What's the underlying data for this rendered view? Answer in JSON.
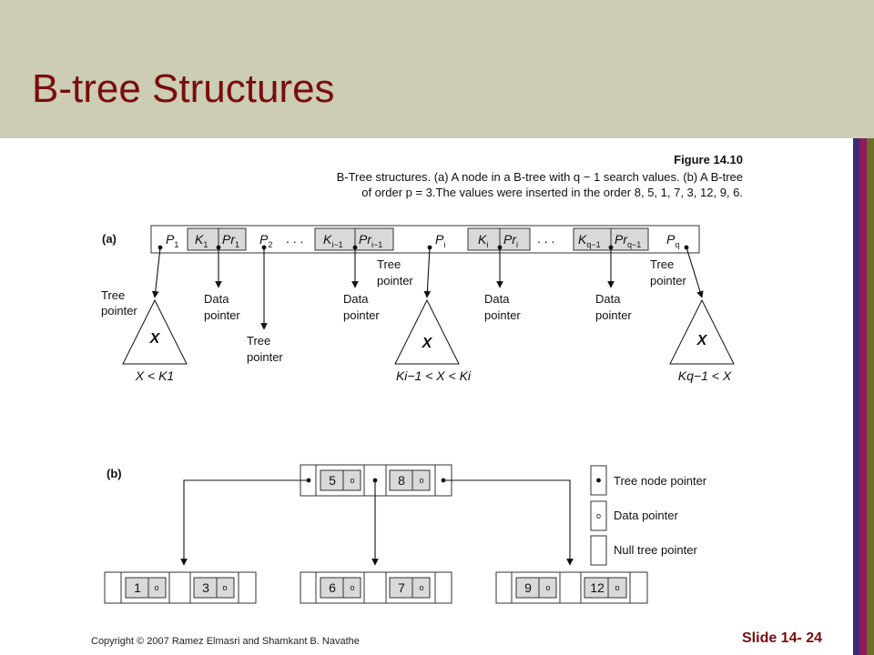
{
  "slide": {
    "title": "B-tree Structures",
    "copyright": "Copyright © 2007 Ramez Elmasri and Shamkant B. Navathe",
    "slide_number": "Slide 14- 24"
  },
  "figure": {
    "label": "Figure 14.10",
    "caption_line1": "B-Tree structures. (a) A node in a B-tree with q − 1 search values. (b) A B-tree",
    "caption_line2": "of order p = 3.The values were inserted in the order 8, 5, 1, 7, 3, 12, 9, 6."
  },
  "part_a": {
    "label": "(a)",
    "node": {
      "p1": [
        "P",
        "1"
      ],
      "k1": [
        "K",
        "1"
      ],
      "pr1": [
        "Pr",
        "1"
      ],
      "p2": [
        "P",
        "2"
      ],
      "ellipsis": ". . .",
      "ki1": [
        "K",
        "i−1"
      ],
      "pri1": [
        "Pr",
        "i−1"
      ],
      "pi": [
        "P",
        "i"
      ],
      "ki": [
        "K",
        "i"
      ],
      "pri": [
        "Pr",
        "i"
      ],
      "kq1": [
        "K",
        "q−1"
      ],
      "prq1": [
        "Pr",
        "q−1"
      ],
      "pq": [
        "P",
        "q"
      ]
    },
    "labels": {
      "tree_pointer": [
        "Tree",
        "pointer"
      ],
      "data_pointer": [
        "Data",
        "pointer"
      ]
    },
    "subtree_symbol": "X",
    "conditions": {
      "left": "X < K1",
      "middle": "Ki−1 < X < Ki",
      "right": "Kq−1 < X"
    }
  },
  "part_b": {
    "label": "(b)",
    "root": [
      "5",
      "8"
    ],
    "leaves": [
      [
        "1",
        "3"
      ],
      [
        "6",
        "7"
      ],
      [
        "9",
        "12"
      ]
    ],
    "data_marker": "o",
    "legend": {
      "tree_node_pointer": "Tree node pointer",
      "data_pointer": "Data pointer",
      "null_tree_pointer": "Null tree pointer"
    }
  }
}
